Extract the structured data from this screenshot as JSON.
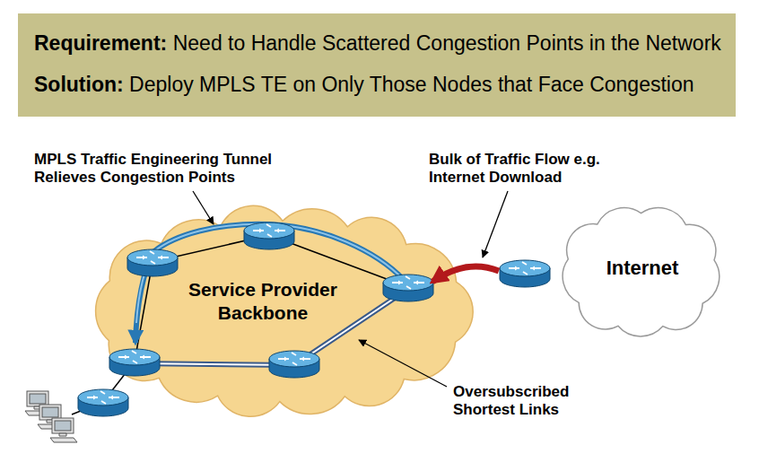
{
  "diagram": {
    "nodes": [
      {
        "text": [
          "Requirement:",
          "Need to Handle Scattered Congestion Points in the Network",
          "Solution:",
          "Deploy MPLS TE on Only Those Nodes that Face Congestion"
        ]
      },
      {
        "text": [
          "Service Provider Backbone"
        ]
      },
      {
        "text": [
          "Internet"
        ]
      }
    ],
    "labels": [
      "MPLS Traffic Engineering Tunnel Relieves Congestion Points",
      "Bulk of Traffic Flow e.g. Internet Download",
      "Oversubscribed Shortest Links"
    ]
  }
}
